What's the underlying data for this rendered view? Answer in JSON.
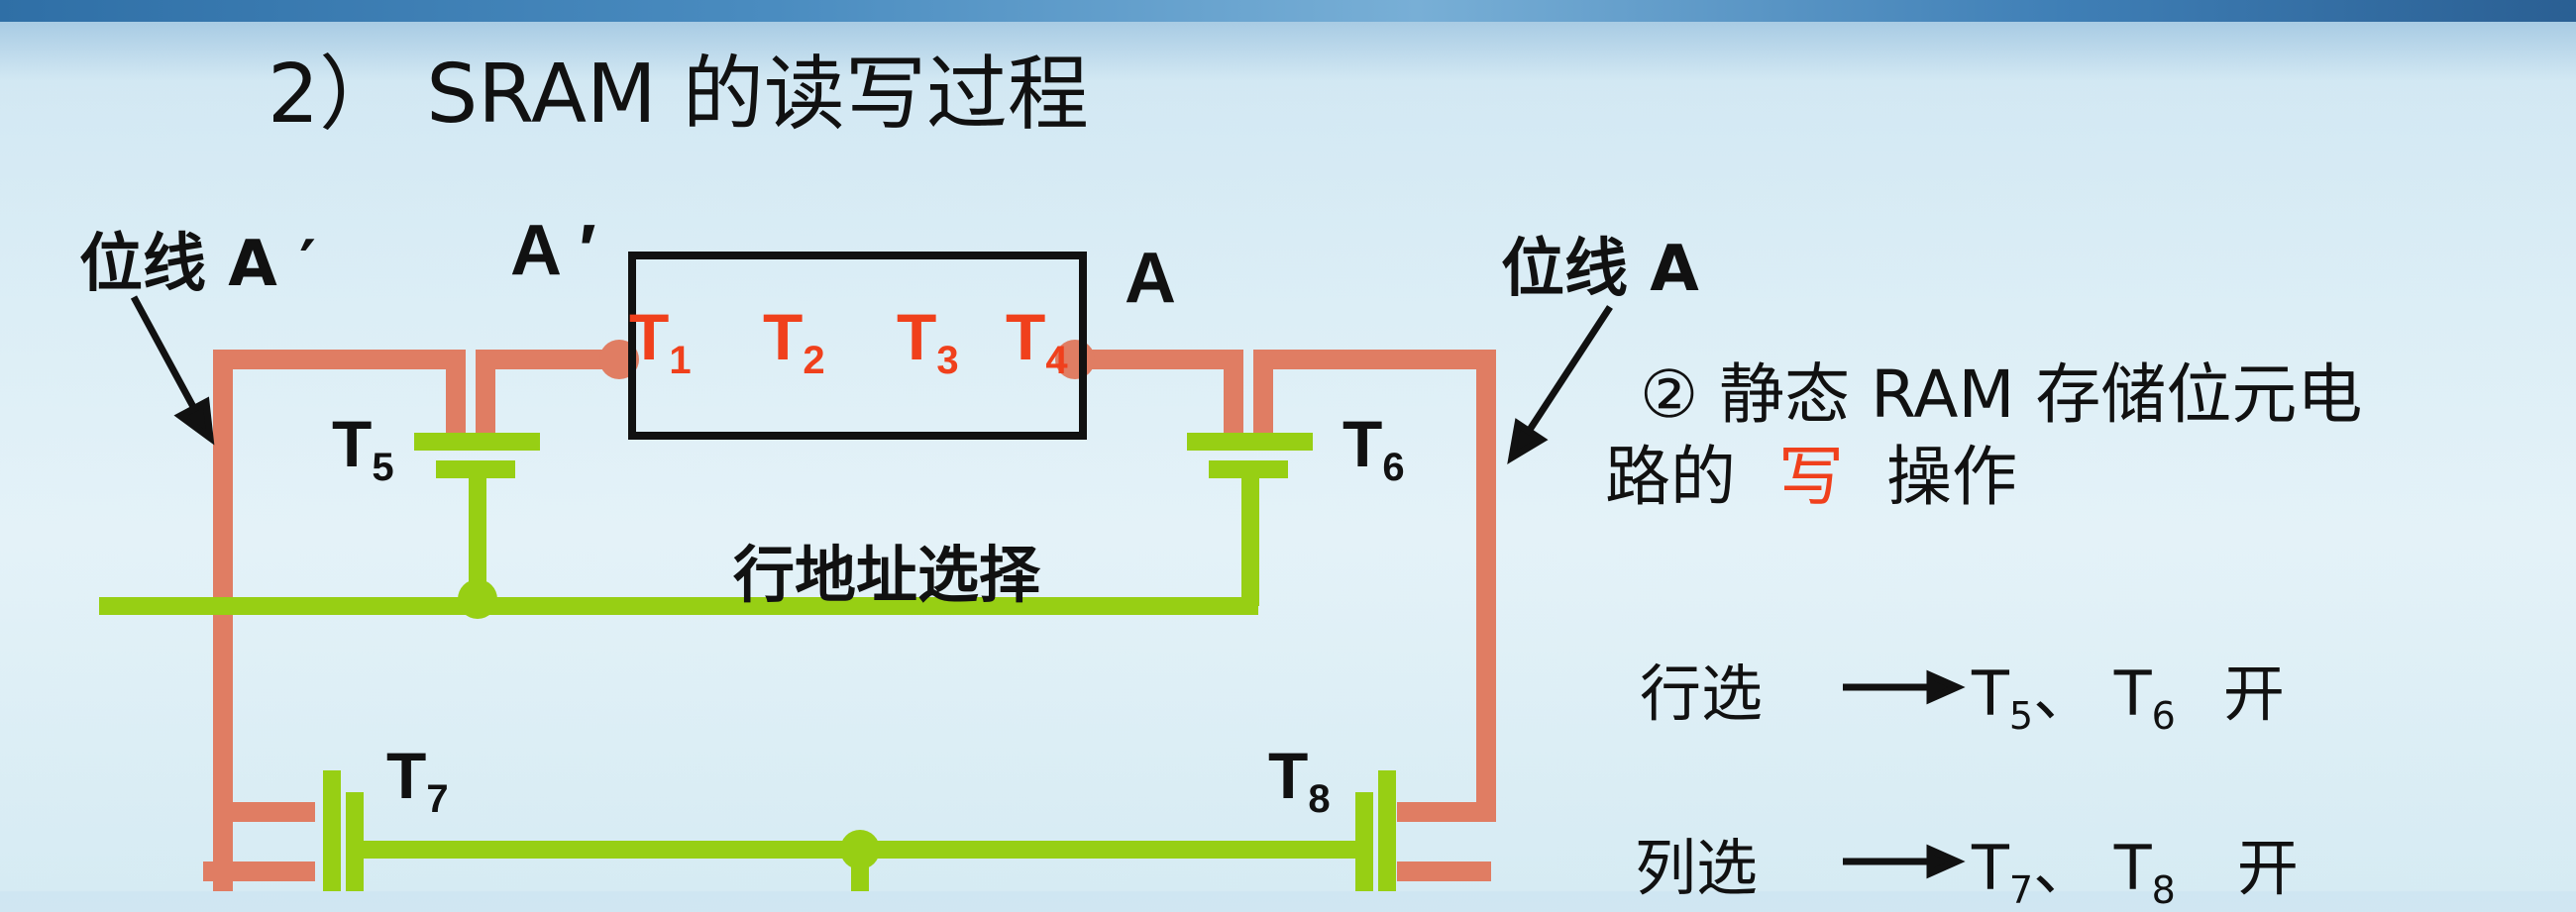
{
  "title": "2） SRAM 的读写过程",
  "labels": {
    "bitline_left": "位线 A ′",
    "bitline_right": "位线 A",
    "node_left": "A ′",
    "node_right": "A",
    "row_address": "行地址选择"
  },
  "transistors": {
    "t1": "T",
    "t1_sub": "1",
    "t2": "T",
    "t2_sub": "2",
    "t3": "T",
    "t3_sub": "3",
    "t4": "T",
    "t4_sub": "4",
    "t5": "T",
    "t5_sub": "5",
    "t6": "T",
    "t6_sub": "6",
    "t7": "T",
    "t7_sub": "7",
    "t8": "T",
    "t8_sub": "8"
  },
  "side": {
    "heading_line1": "② 静态 RAM 存储位元电",
    "heading_line2_a": "路的",
    "heading_line2_hl": "写",
    "heading_line2_b": "操作",
    "row_select": "行选",
    "row_result_t": "T",
    "row_result_sub1": "5",
    "row_result_sep": "、 T",
    "row_result_sub2": "6",
    "row_result_open": "开",
    "col_select": "列选",
    "col_result_t": "T",
    "col_result_sub1": "7",
    "col_result_sep": "、 T",
    "col_result_sub2": "8",
    "col_result_open": "开"
  },
  "colors": {
    "bitline": "#e07d63",
    "gate": "#97cf14",
    "accent": "#f0401c",
    "box": "#111111"
  }
}
